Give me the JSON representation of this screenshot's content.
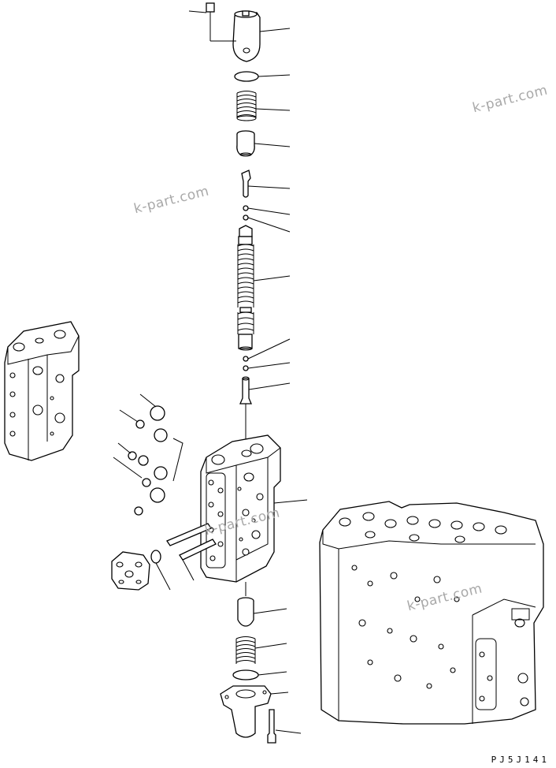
{
  "watermark": {
    "text": "k-part.com"
  },
  "drawing_code": "PJ5J141",
  "callout_count": 22
}
